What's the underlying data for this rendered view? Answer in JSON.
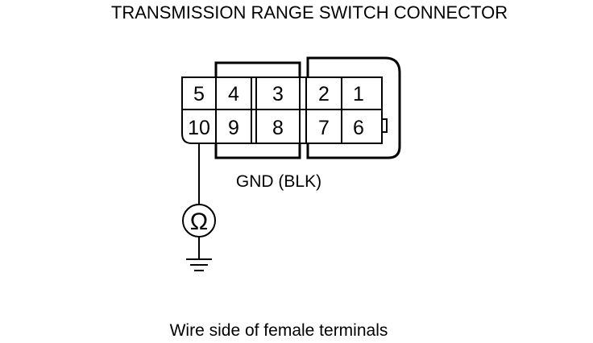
{
  "title": "TRANSMISSION RANGE SWITCH CONNECTOR",
  "connector": {
    "top_row": [
      "5",
      "4",
      "3",
      "2",
      "1"
    ],
    "bottom_row": [
      "10",
      "9",
      "8",
      "7",
      "6"
    ]
  },
  "wire_label": "GND (BLK)",
  "meter_symbol": "Ω",
  "caption": "Wire side of female terminals",
  "colors": {
    "line": "#000000",
    "background": "#ffffff"
  }
}
